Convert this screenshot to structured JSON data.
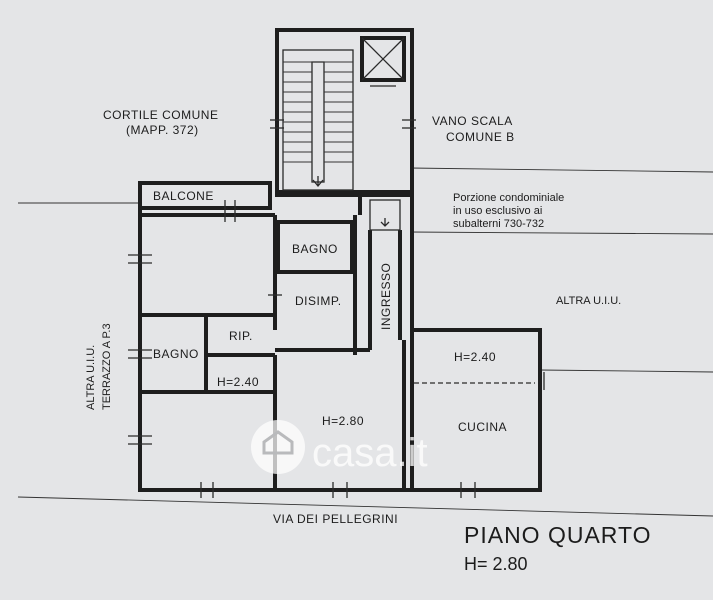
{
  "labels": {
    "cortile_line1": "CORTILE COMUNE",
    "cortile_line2": "(MAPP. 372)",
    "vano_line1": "VANO SCALA",
    "vano_line2": "COMUNE B",
    "balcone": "BALCONE",
    "bagno_top": "BAGNO",
    "disimp": "DISIMP.",
    "ingresso": "INGRESSO",
    "rip": "RIP.",
    "bagno_left": "BAGNO",
    "h_240_left": "H=2.40",
    "h_280_center": "H=2.80",
    "h_240_right": "H=2.40",
    "cucina": "CUCINA",
    "altra_uiu_right": "ALTRA U.I.U.",
    "altra_uiu_left": "ALTRA U.I.U.",
    "terrazzo": "TERRAZZO A P.3",
    "porzione_line1": "Porzione condominiale",
    "porzione_line2": "in uso esclusivo ai",
    "porzione_line3": "subalterni 730-732",
    "via": "VIA DEI PELLEGRINI"
  },
  "title": {
    "main": "PIANO QUARTO",
    "sub": "H= 2.80"
  },
  "watermark": {
    "brand": "casa.it",
    "icon": "house-icon"
  },
  "colors": {
    "background": "#e4e5e7",
    "ink": "#1c1c1c",
    "watermark": "#ffffff"
  }
}
